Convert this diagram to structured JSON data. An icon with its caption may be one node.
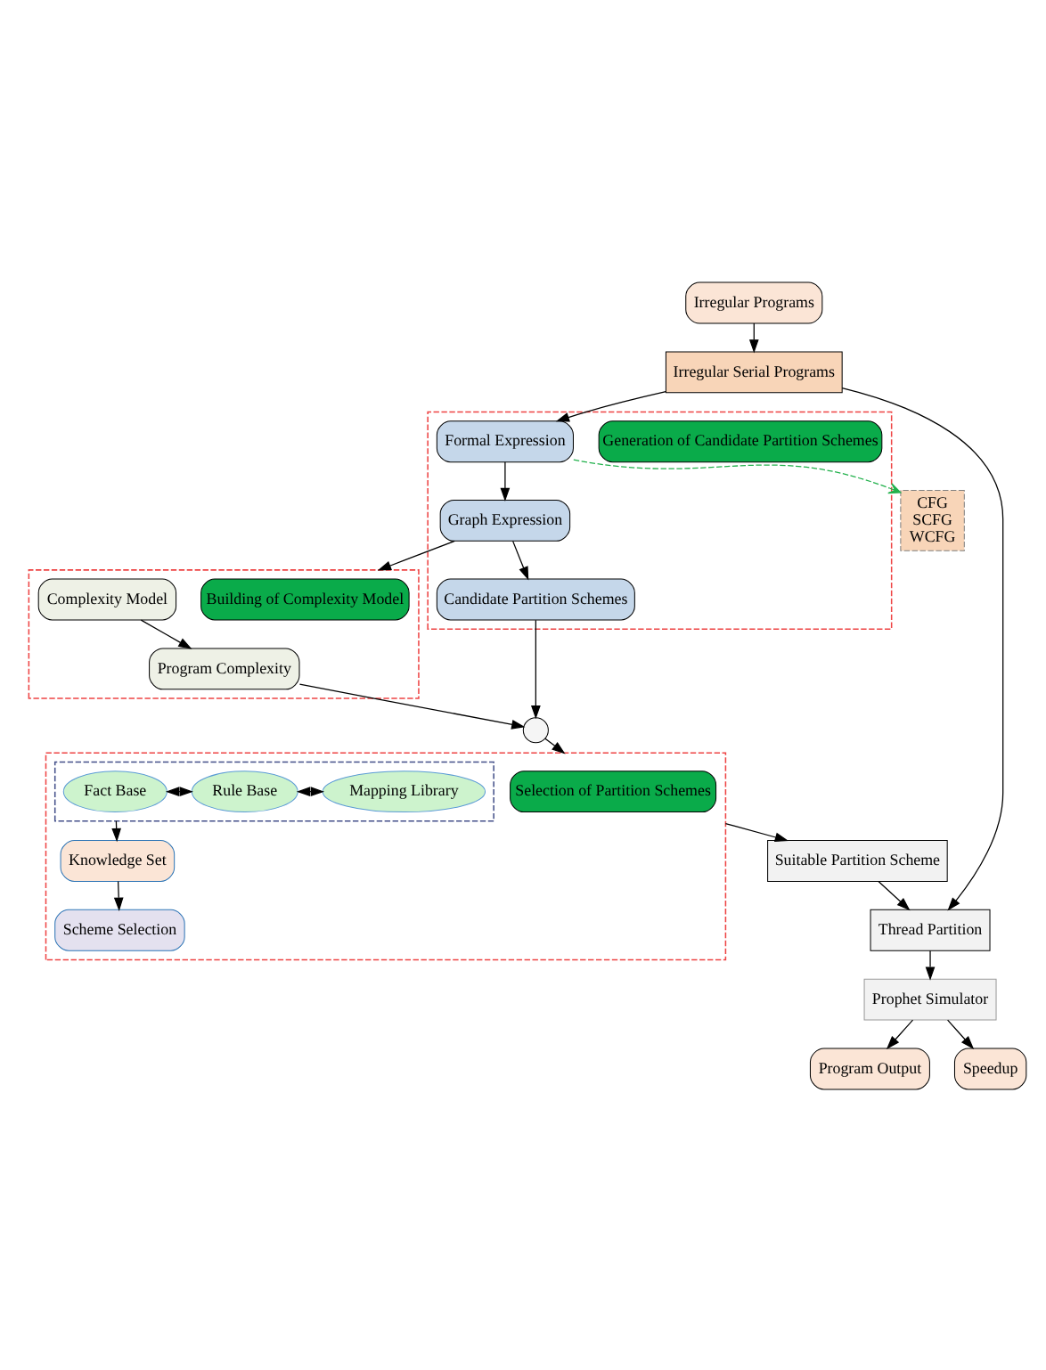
{
  "diagram": {
    "nodes": [
      {
        "text": [
          "Irregular Programs"
        ]
      },
      {
        "text": [
          "Irregular Serial Programs"
        ]
      },
      {
        "text": [],
        "shape": "box"
      },
      {
        "text": [
          "Generation of Candidate Partition Schemes"
        ],
        "in": 2
      },
      {
        "text": [
          "Formal Expression"
        ],
        "in": 2
      },
      {
        "text": [
          "Graph Expression"
        ],
        "in": 2
      },
      {
        "text": [
          "Candidate Partition Schemes"
        ],
        "in": 2
      },
      {
        "text": [
          "CFG",
          "SCFG",
          "WCFG"
        ]
      },
      {
        "text": [],
        "shape": "box"
      },
      {
        "text": [
          "Building of Complexity Model"
        ],
        "in": 8
      },
      {
        "text": [
          "Complexity Model"
        ],
        "in": 8
      },
      {
        "text": [
          "Program Complexity"
        ],
        "in": 8
      },
      {
        "text": [],
        "shape": "circle"
      },
      {
        "text": [],
        "shape": "box"
      },
      {
        "text": [
          "Selection of Partition Schemes"
        ],
        "in": 13
      },
      {
        "text": [],
        "shape": "box",
        "in": 13
      },
      {
        "text": [
          "Fact Base"
        ],
        "in": 15
      },
      {
        "text": [
          "Rule Base"
        ],
        "in": 15
      },
      {
        "text": [
          "Mapping Library"
        ],
        "in": 15
      },
      {
        "text": [
          "Knowledge Set"
        ],
        "in": 13
      },
      {
        "text": [
          "Scheme Selection"
        ],
        "in": 13
      },
      {
        "text": [
          "Suitable Partition Scheme"
        ]
      },
      {
        "text": [
          "Thread Partition"
        ]
      },
      {
        "text": [
          "Prophet Simulator"
        ]
      },
      {
        "text": [
          "Program Output"
        ]
      },
      {
        "text": [
          "Speedup"
        ]
      }
    ],
    "edges": [
      {
        "from": 0,
        "to": 1,
        "arrow": "to"
      },
      {
        "from": 1,
        "to": 4,
        "arrow": "to"
      },
      {
        "from": 4,
        "to": 7,
        "arrow": "to",
        "style": "dashed",
        "color": "#22b14c"
      },
      {
        "from": 4,
        "to": 5,
        "arrow": "to"
      },
      {
        "from": 5,
        "to": 6,
        "arrow": "to"
      },
      {
        "from": 5,
        "to": 8,
        "arrow": "to"
      },
      {
        "from": 10,
        "to": 11,
        "arrow": "to"
      },
      {
        "from": 6,
        "to": 12,
        "arrow": "to"
      },
      {
        "from": 11,
        "to": 12,
        "arrow": "to"
      },
      {
        "from": 12,
        "to": 13,
        "arrow": "to"
      },
      {
        "from": 16,
        "to": 17,
        "arrow": "both"
      },
      {
        "from": 17,
        "to": 18,
        "arrow": "both"
      },
      {
        "from": 15,
        "to": 19,
        "arrow": "to"
      },
      {
        "from": 19,
        "to": 20,
        "arrow": "to"
      },
      {
        "from": 13,
        "to": 21,
        "arrow": "to"
      },
      {
        "from": 21,
        "to": 22,
        "arrow": "to"
      },
      {
        "from": 1,
        "to": 22,
        "arrow": "to"
      },
      {
        "from": 22,
        "to": 23,
        "arrow": "to"
      },
      {
        "from": 23,
        "to": 24,
        "arrow": "to"
      },
      {
        "from": 23,
        "to": 25,
        "arrow": "to"
      }
    ]
  }
}
